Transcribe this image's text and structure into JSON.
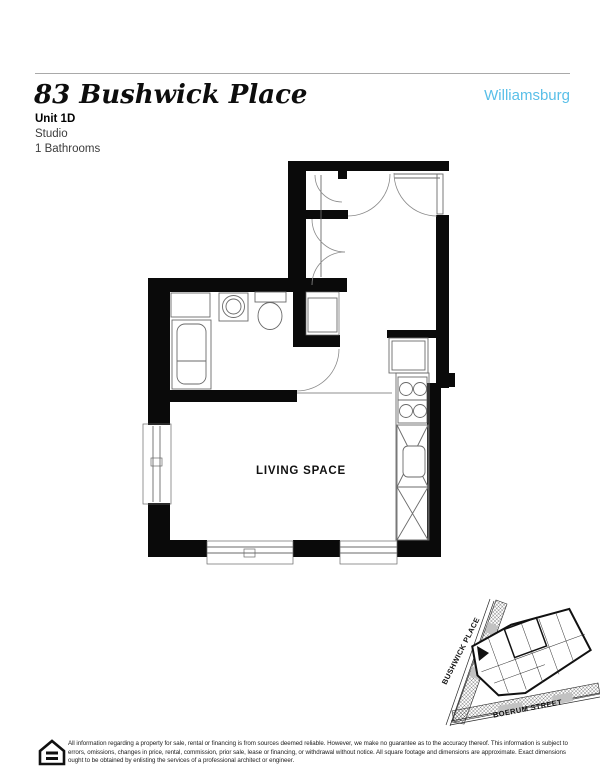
{
  "colors": {
    "accent": "#59bfe8",
    "wall": "#0a0a0a",
    "thin_line": "#6a6a6a",
    "divider": "#a9a9a9"
  },
  "header": {
    "address": "83 Bushwick Place",
    "neighborhood": "Williamsburg",
    "unit": "Unit 1D",
    "unit_type": "Studio",
    "bathrooms": "1 Bathrooms"
  },
  "floor_plan": {
    "room_label": "LIVING SPACE"
  },
  "site_map": {
    "street_vertical": "BUSHWICK PLACE",
    "street_horizontal": "BOERUM STREET"
  },
  "footer": {
    "icon": "equal-housing-opportunity",
    "disclaimer_lines": [
      "All information regarding a property for sale, rental or financing is from sources deemed reliable. However, we make no guarantee as to the accuracy thereof. This information is subject to",
      "errors, omissions, changes in price, rental, commission, prior sale, lease or financing, or withdrawal without notice. All square footage and dimensions are approximate. Exact dimensions",
      "ought to be obtained by enlisting the services of a professional architect or engineer."
    ]
  }
}
